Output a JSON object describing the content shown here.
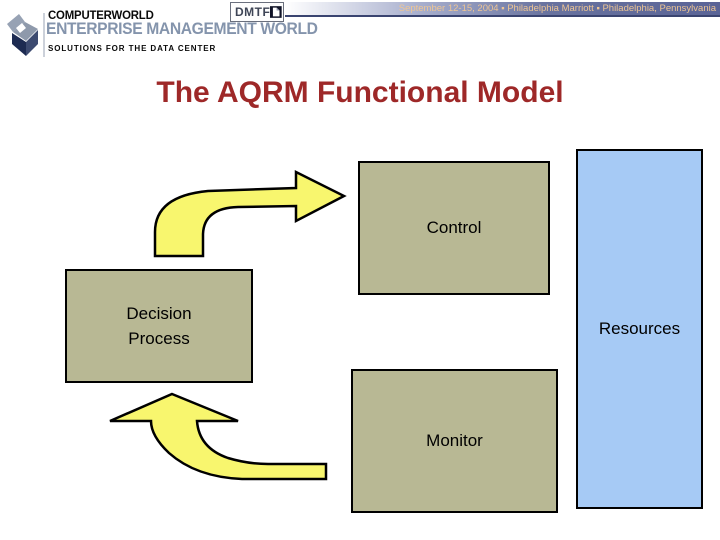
{
  "slide": {
    "title": "The AQRM Functional Model",
    "title_color": "#9e2828"
  },
  "header": {
    "logo": {
      "computerworld": "COMPUTERWORLD",
      "enterprise": "ENTERPRISE MANAGEMENT WORLD",
      "tagline": "SOLUTIONS FOR THE DATA CENTER"
    },
    "dmtf": {
      "label": "DMTF"
    },
    "event_bar": {
      "text": "September 12-15, 2004 ▪ Philadelphia Marriott ▪ Philadelphia, Pennsylvania",
      "text_color": "#eec594",
      "gradient_end_color": "#5a6496"
    }
  },
  "diagram": {
    "boxes": [
      {
        "id": "control",
        "label": "Control",
        "fill": "#b8b894"
      },
      {
        "id": "decision-process",
        "label": "Decision Process",
        "fill": "#b8b894"
      },
      {
        "id": "monitor",
        "label": "Monitor",
        "fill": "#b8b894"
      },
      {
        "id": "resources",
        "label": "Resources",
        "fill": "#a6caf5"
      }
    ],
    "arrows": {
      "fill": "#f8f66e",
      "stroke": "#000000",
      "items": [
        {
          "id": "decision-to-control",
          "from": "Decision Process",
          "to": "Control"
        },
        {
          "id": "monitor-to-decision",
          "from": "Monitor",
          "to": "Decision Process"
        }
      ]
    }
  }
}
